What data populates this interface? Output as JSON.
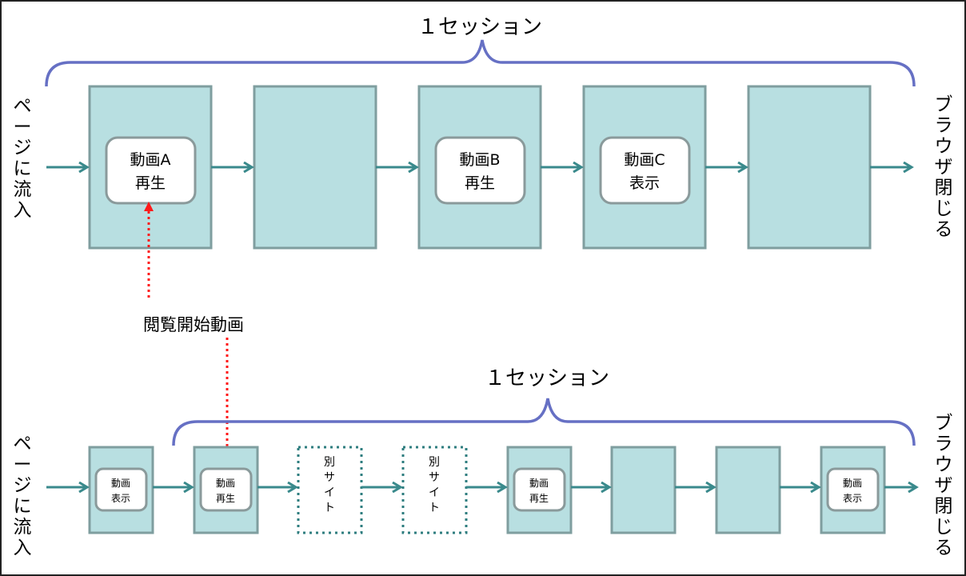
{
  "top": {
    "session_label": "１セッション",
    "inflow_label": "ページに流入",
    "close_label": "ブラウザ閉じる",
    "video_a": [
      "動画A",
      "再生"
    ],
    "video_b": [
      "動画B",
      "再生"
    ],
    "video_c": [
      "動画C",
      "表示"
    ]
  },
  "start_video_label": "閲覧開始動画",
  "bottom": {
    "session_label": "１セッション",
    "inflow_label": "ページに流入",
    "close_label": "ブラウザ閉じる",
    "video_show_1": [
      "動画",
      "表示"
    ],
    "video_play_1": [
      "動画",
      "再生"
    ],
    "other_site_1": "別サイト",
    "other_site_2": "別サイト",
    "video_play_2": [
      "動画",
      "再生"
    ],
    "video_show_2": [
      "動画",
      "表示"
    ]
  },
  "colors": {
    "page_box_fill": "#b8dfe1",
    "arrow": "#3a8a8c",
    "brace": "#6670c4",
    "pointer": "#ff1a1a"
  }
}
